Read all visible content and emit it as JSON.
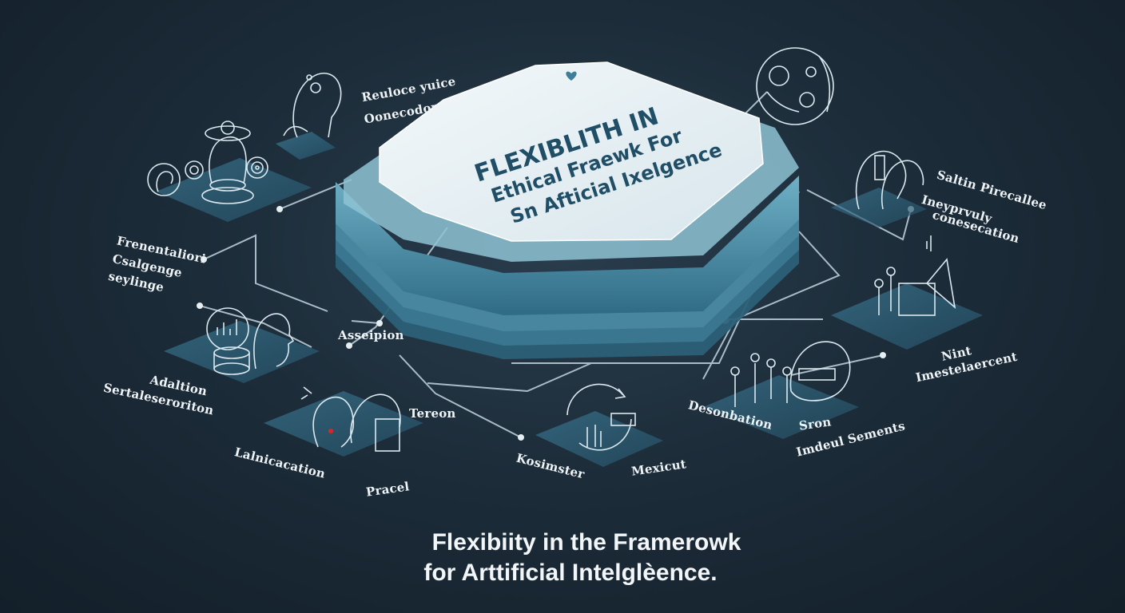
{
  "center": {
    "title_line1": "FLEXIBLITH IN",
    "title_line2": "Ethical Fraewk For",
    "title_line3": "Sn Afticial Ixelgence"
  },
  "labels": {
    "top_left_1": "Reuloce yuice",
    "top_left_2": "Oonecodopener",
    "left_1": "Frenentaliori",
    "left_2": "Csalgenge",
    "left_3": "seylinge",
    "assption": "Asseipion",
    "adaltion_1": "Adaltion",
    "adaltion_2": "Sertaleseroriton",
    "lainication": "Lalnicacation",
    "tereon": "Tereon",
    "pracel": "Pracel",
    "kosimster": "Kosimster",
    "mexicut": "Mexicut",
    "desonbation": "Desonbation",
    "sron": "Sron",
    "imdeul_sements": "Imdeul Sements",
    "right_1": "Saltin Pirecallee",
    "right_2": "Ineyprvuly",
    "right_3": "conesecation",
    "nint": "Nint",
    "imestelaercent": "Imestelaercent"
  },
  "caption": {
    "line1": "Flexibiity in the Framerowk",
    "line2": "for Arttificial Intelglèence."
  },
  "colors": {
    "background": "#1c2c39",
    "slab_top": "#e9f1f5",
    "slab_layers": "#4f8ea6",
    "platform": "#2f6079",
    "line": "#a9bcc8",
    "icon_stroke": "#dbe8ef"
  }
}
